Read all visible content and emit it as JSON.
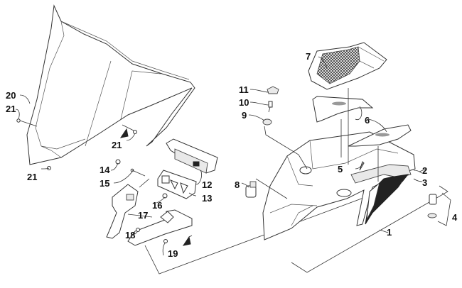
{
  "diagram": {
    "type": "exploded-parts-diagram",
    "subject": "Windshield and hood assembly",
    "callouts": [
      {
        "id": "1",
        "label": "1"
      },
      {
        "id": "2",
        "label": "2"
      },
      {
        "id": "3",
        "label": "3"
      },
      {
        "id": "4",
        "label": "4"
      },
      {
        "id": "5",
        "label": "5"
      },
      {
        "id": "6",
        "label": "6"
      },
      {
        "id": "7",
        "label": "7"
      },
      {
        "id": "8",
        "label": "8"
      },
      {
        "id": "9",
        "label": "9"
      },
      {
        "id": "10",
        "label": "10"
      },
      {
        "id": "11",
        "label": "11"
      },
      {
        "id": "12",
        "label": "12"
      },
      {
        "id": "13",
        "label": "13"
      },
      {
        "id": "14",
        "label": "14"
      },
      {
        "id": "15",
        "label": "15"
      },
      {
        "id": "16",
        "label": "16"
      },
      {
        "id": "17",
        "label": "17"
      },
      {
        "id": "18",
        "label": "18"
      },
      {
        "id": "19",
        "label": "19"
      },
      {
        "id": "20",
        "label": "20"
      },
      {
        "id": "21a",
        "label": "21"
      },
      {
        "id": "21b",
        "label": "21"
      },
      {
        "id": "21c",
        "label": "21"
      }
    ]
  }
}
